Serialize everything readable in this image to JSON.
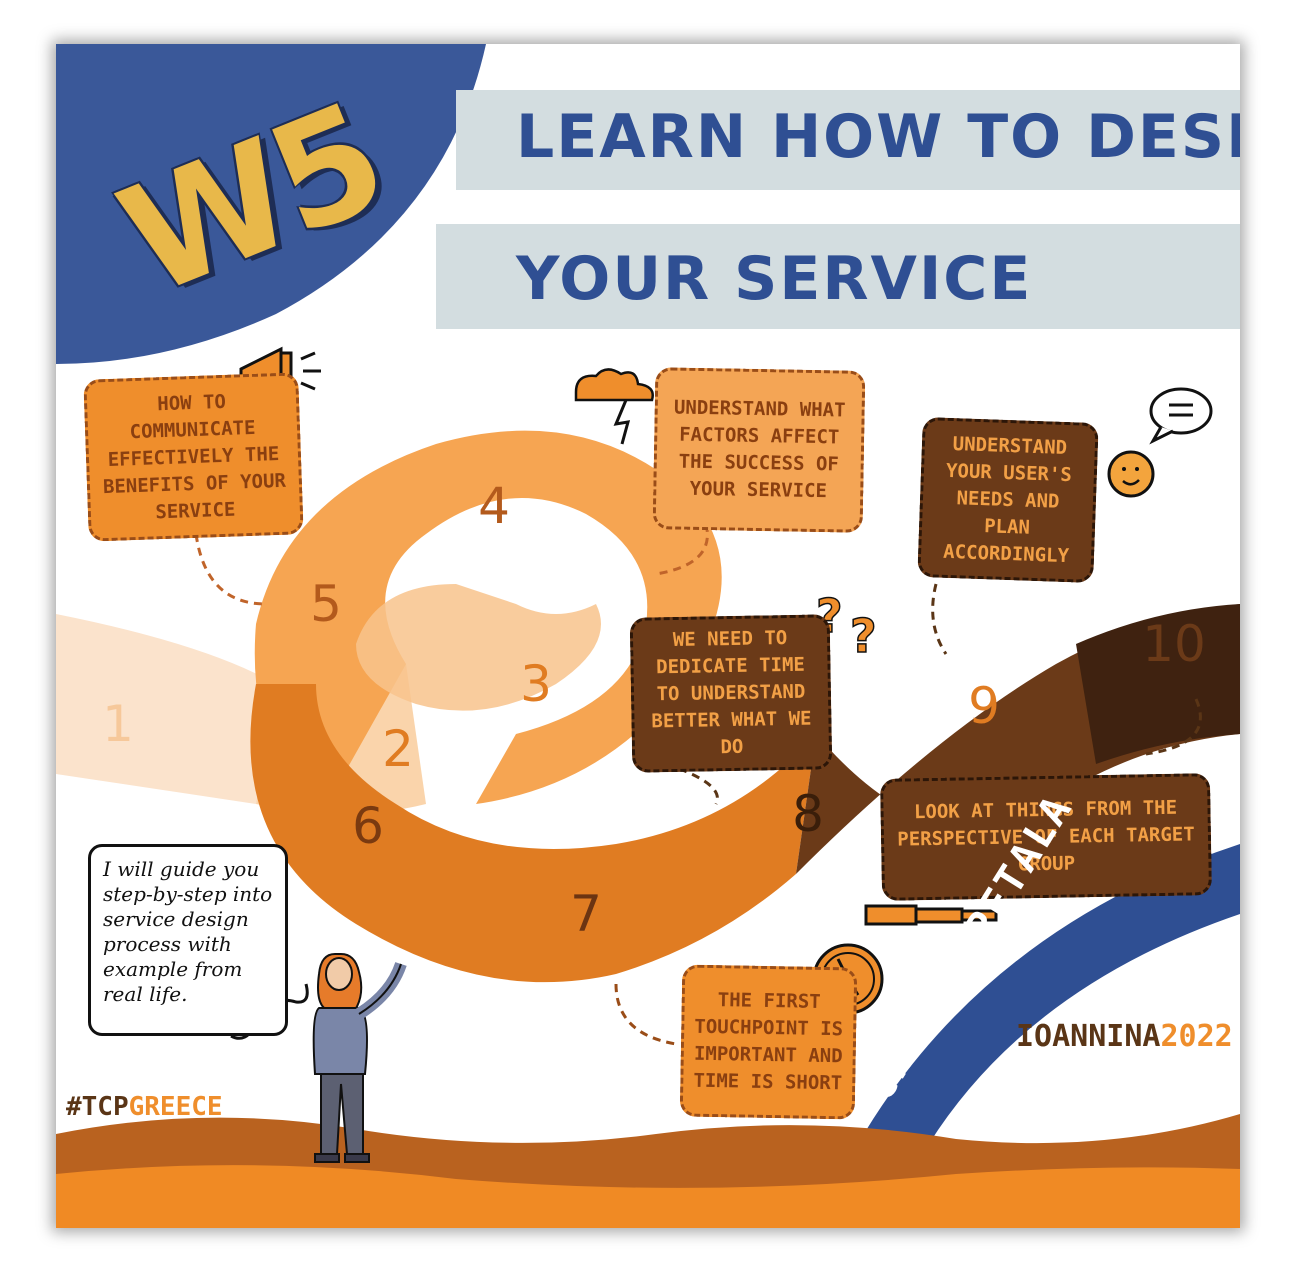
{
  "badge": "W5",
  "title": {
    "line1": "LEARN HOW TO DESIGN",
    "line2": "YOUR SERVICE"
  },
  "steps": [
    "1",
    "2",
    "3",
    "4",
    "5",
    "6",
    "7",
    "8",
    "9",
    "10"
  ],
  "bubbles": {
    "communicate": "How to communicate effectively the benefits of your service",
    "factors": "Understand what factors affect the success of your service",
    "needs": "Understand your user's needs and plan accordingly",
    "dedicate": "We need to dedicate time to understand better what we do",
    "perspective": "Look at things from the perspective of each target group",
    "touchpoint": "The first touchpoint is important and time is short"
  },
  "speech": "I will guide you step-by-step into service design process with example from real life.",
  "hashtag": {
    "part1": "#TCP",
    "part2": "GREECE"
  },
  "author": "CHRYSA PETALA",
  "place": {
    "part1": "IOANNINA",
    "part2": "2022"
  },
  "icons": [
    "megaphone-icon",
    "lightning-cloud-icon",
    "question-marks-icon",
    "smiling-face-icon",
    "speech-bubble-icon",
    "clock-icon",
    "telescope-icon"
  ],
  "colors": {
    "navy": "#2f4f93",
    "orange": "#ef8e2c",
    "light-orange": "#f6b777",
    "dark-brown": "#5a3516",
    "gold": "#e8b84a"
  }
}
